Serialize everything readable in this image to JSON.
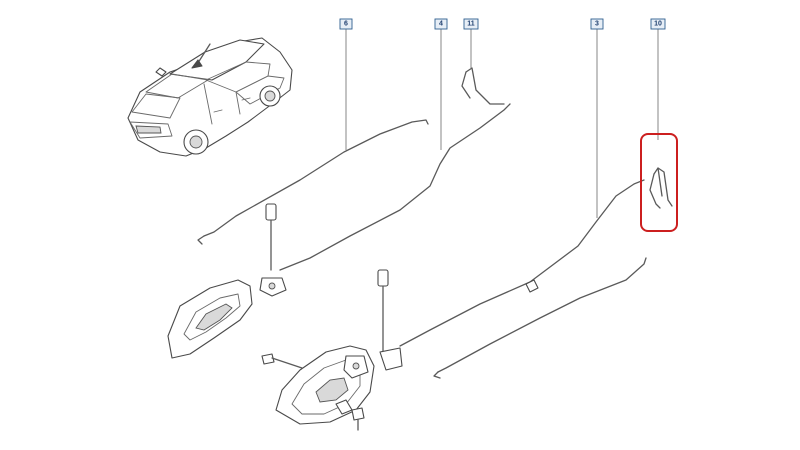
{
  "diagram": {
    "callouts": [
      {
        "id": "callout-6",
        "label": "6"
      },
      {
        "id": "callout-4",
        "label": "4"
      },
      {
        "id": "callout-11",
        "label": "11"
      },
      {
        "id": "callout-3",
        "label": "3"
      },
      {
        "id": "callout-10",
        "label": "10"
      }
    ],
    "highlighted_part": "10",
    "colors": {
      "highlight": "#cc1f1f",
      "callout_border": "#2f5f8f",
      "line": "#5a5a5a"
    }
  }
}
